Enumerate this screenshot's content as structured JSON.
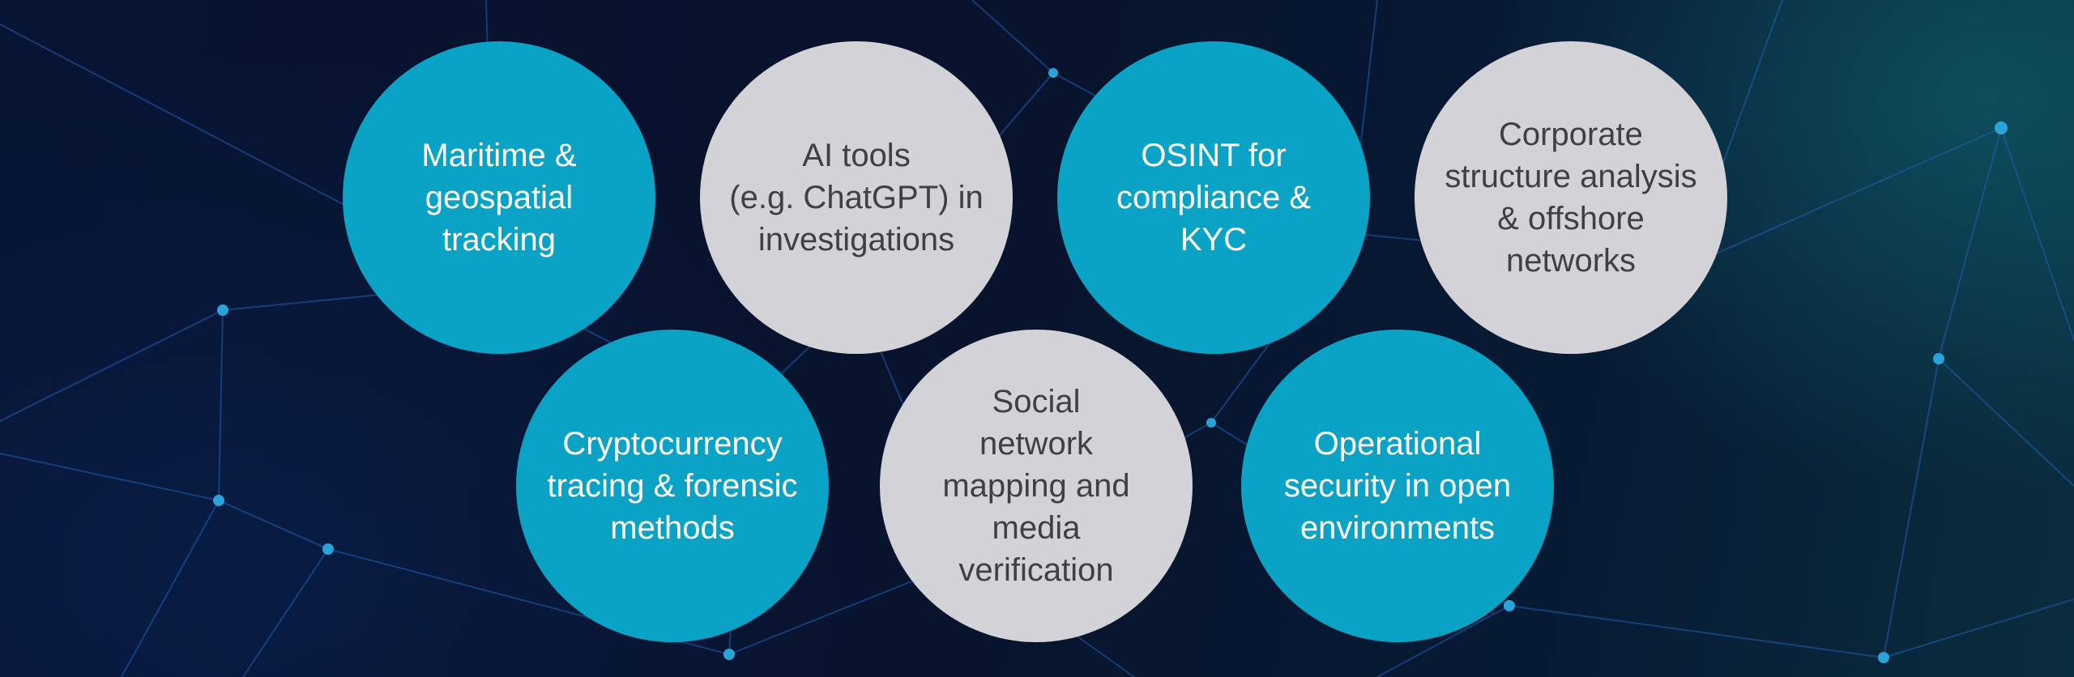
{
  "topics": [
    {
      "id": "maritime",
      "label": "Maritime &\ngeospatial\ntracking",
      "color": "#0aa3c6"
    },
    {
      "id": "ai-tools",
      "label": "AI tools\n(e.g. ChatGPT) in\ninvestigations",
      "color": "#d3d3d7"
    },
    {
      "id": "osint",
      "label": "OSINT for\ncompliance &\nKYC",
      "color": "#0aa3c6"
    },
    {
      "id": "corporate",
      "label": "Corporate\nstructure analysis\n& offshore\nnetworks",
      "color": "#d3d3d7"
    },
    {
      "id": "crypto",
      "label": "Cryptocurrency\ntracing & forensic\nmethods",
      "color": "#0aa3c6"
    },
    {
      "id": "social",
      "label": "Social\nnetwork\nmapping and\nmedia\nverification",
      "color": "#d3d3d7"
    },
    {
      "id": "opsec",
      "label": "Operational\nsecurity in open\nenvironments",
      "color": "#0aa3c6"
    }
  ]
}
